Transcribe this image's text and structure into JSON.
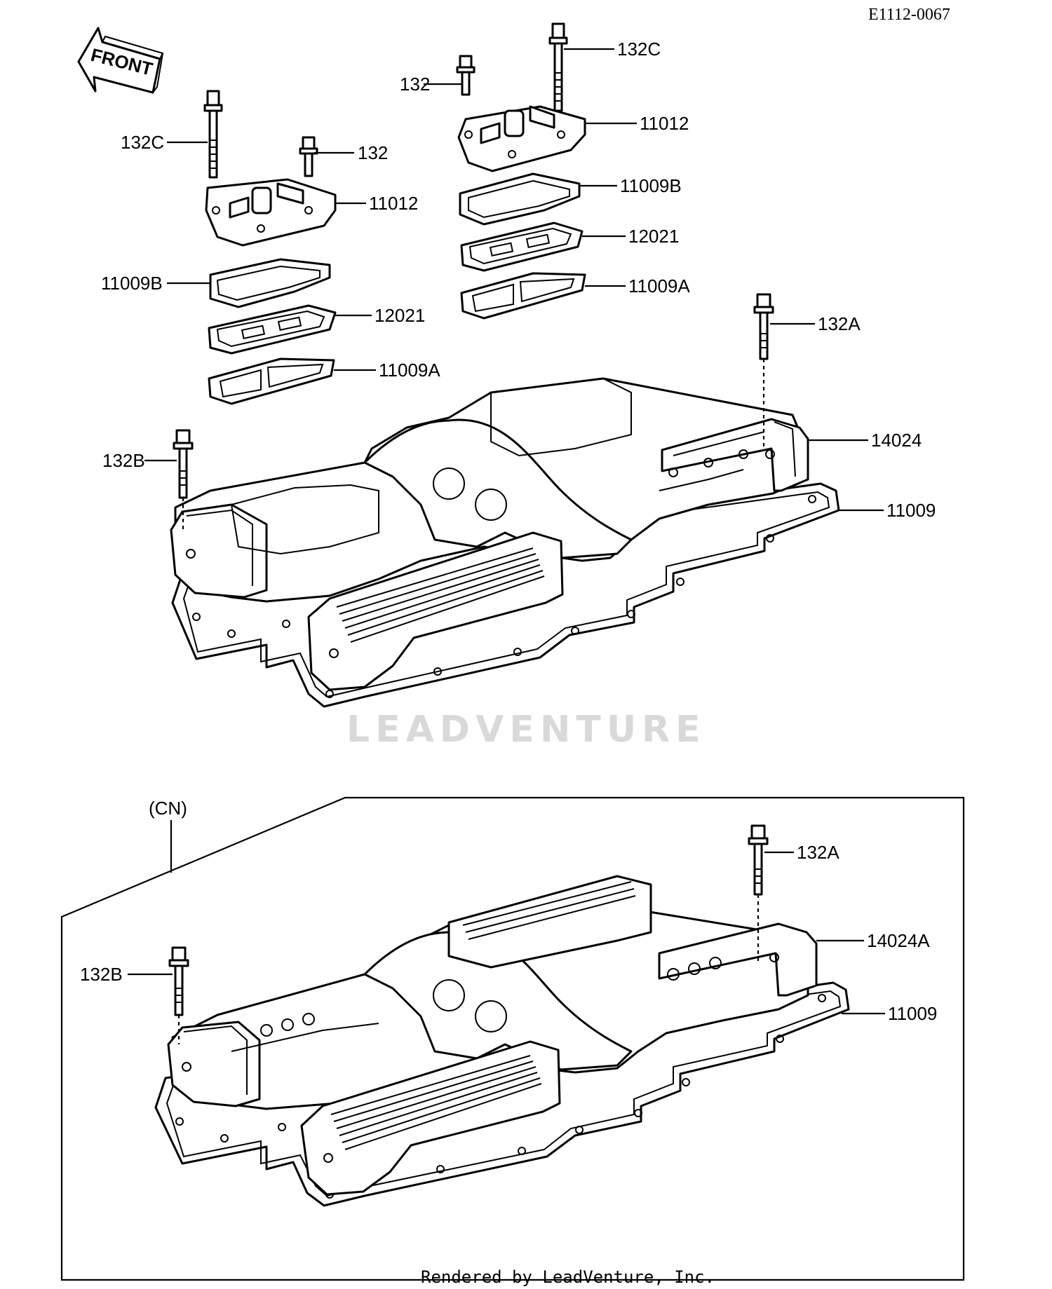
{
  "diagram_code": "E1112-0067",
  "front_label": "FRONT",
  "cn_label": "(CN)",
  "footer_text": "Rendered by LeadVenture, Inc.",
  "watermark_text": "LEADVENTURE",
  "callouts": {
    "l_132c": "132C",
    "l_132": "132",
    "l_11012": "11012",
    "l_11009b": "11009B",
    "l_12021": "12021",
    "l_11009a": "11009A",
    "r_132": "132",
    "r_132c": "132C",
    "r_11012": "11012",
    "r_11009b": "11009B",
    "r_12021": "12021",
    "r_11009a": "11009A",
    "top_132a": "132A",
    "top_132b": "132B",
    "top_14024": "14024",
    "top_11009": "11009",
    "cn_132a": "132A",
    "cn_132b": "132B",
    "cn_14024a": "14024A",
    "cn_11009": "11009"
  }
}
